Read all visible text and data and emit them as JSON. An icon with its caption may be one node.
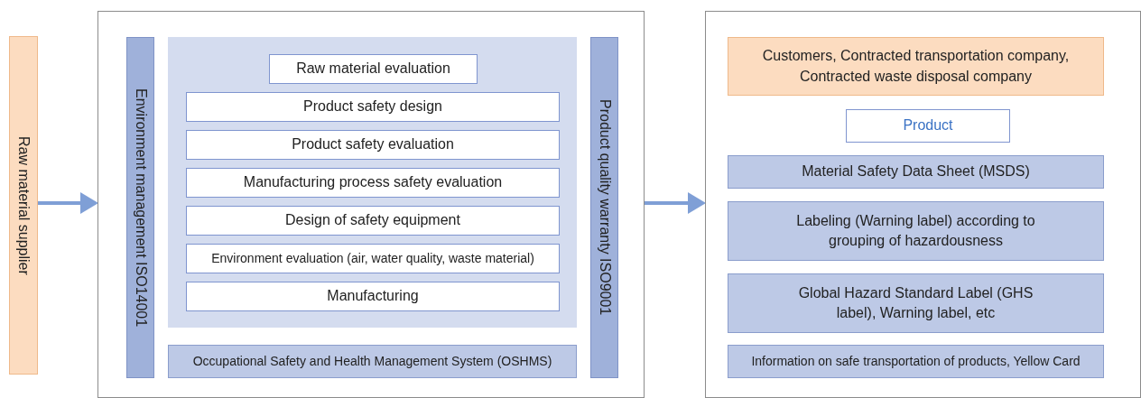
{
  "diagram": {
    "nodes": [
      {
        "text": [
          "Raw material supplier"
        ]
      },
      {
        "text": [],
        "shape": "box"
      },
      {
        "text": [
          "Environment management ISO14001"
        ],
        "in": 1
      },
      {
        "text": [],
        "shape": "box",
        "in": 1
      },
      {
        "text": [
          "Raw material evaluation"
        ],
        "in": 3
      },
      {
        "text": [
          "Product safety design"
        ],
        "in": 3
      },
      {
        "text": [
          "Product safety evaluation"
        ],
        "in": 3
      },
      {
        "text": [
          "Manufacturing process safety evaluation"
        ],
        "in": 3
      },
      {
        "text": [
          "Design of safety equipment"
        ],
        "in": 3
      },
      {
        "text": [
          "Environment evaluation (air, water quality, waste material)"
        ],
        "in": 3
      },
      {
        "text": [
          "Manufacturing"
        ],
        "in": 3
      },
      {
        "text": [
          "Product quality warranty ISO9001"
        ],
        "in": 1
      },
      {
        "text": [
          "Occupational Safety and Health Management System (OSHMS)"
        ],
        "in": 1
      },
      {
        "text": [],
        "shape": "box"
      },
      {
        "text": [
          "Customers, Contracted transportation company, Contracted waste disposal company"
        ],
        "in": 13
      },
      {
        "text": [
          "Product"
        ],
        "in": 13
      },
      {
        "text": [
          "Material Safety Data Sheet (MSDS)"
        ],
        "in": 13
      },
      {
        "text": [
          "Labeling (Warning label) according to grouping of hazardousness"
        ],
        "in": 13
      },
      {
        "text": [
          "Global Hazard Standard Label (GHS label), Warning label, etc"
        ],
        "in": 13
      },
      {
        "text": [
          "Information on safe transportation of products, Yellow Card"
        ],
        "in": 13
      }
    ],
    "edges": [
      {
        "from": 0,
        "to": 1,
        "arrow": "to"
      },
      {
        "from": 1,
        "to": 13,
        "arrow": "to"
      }
    ]
  }
}
